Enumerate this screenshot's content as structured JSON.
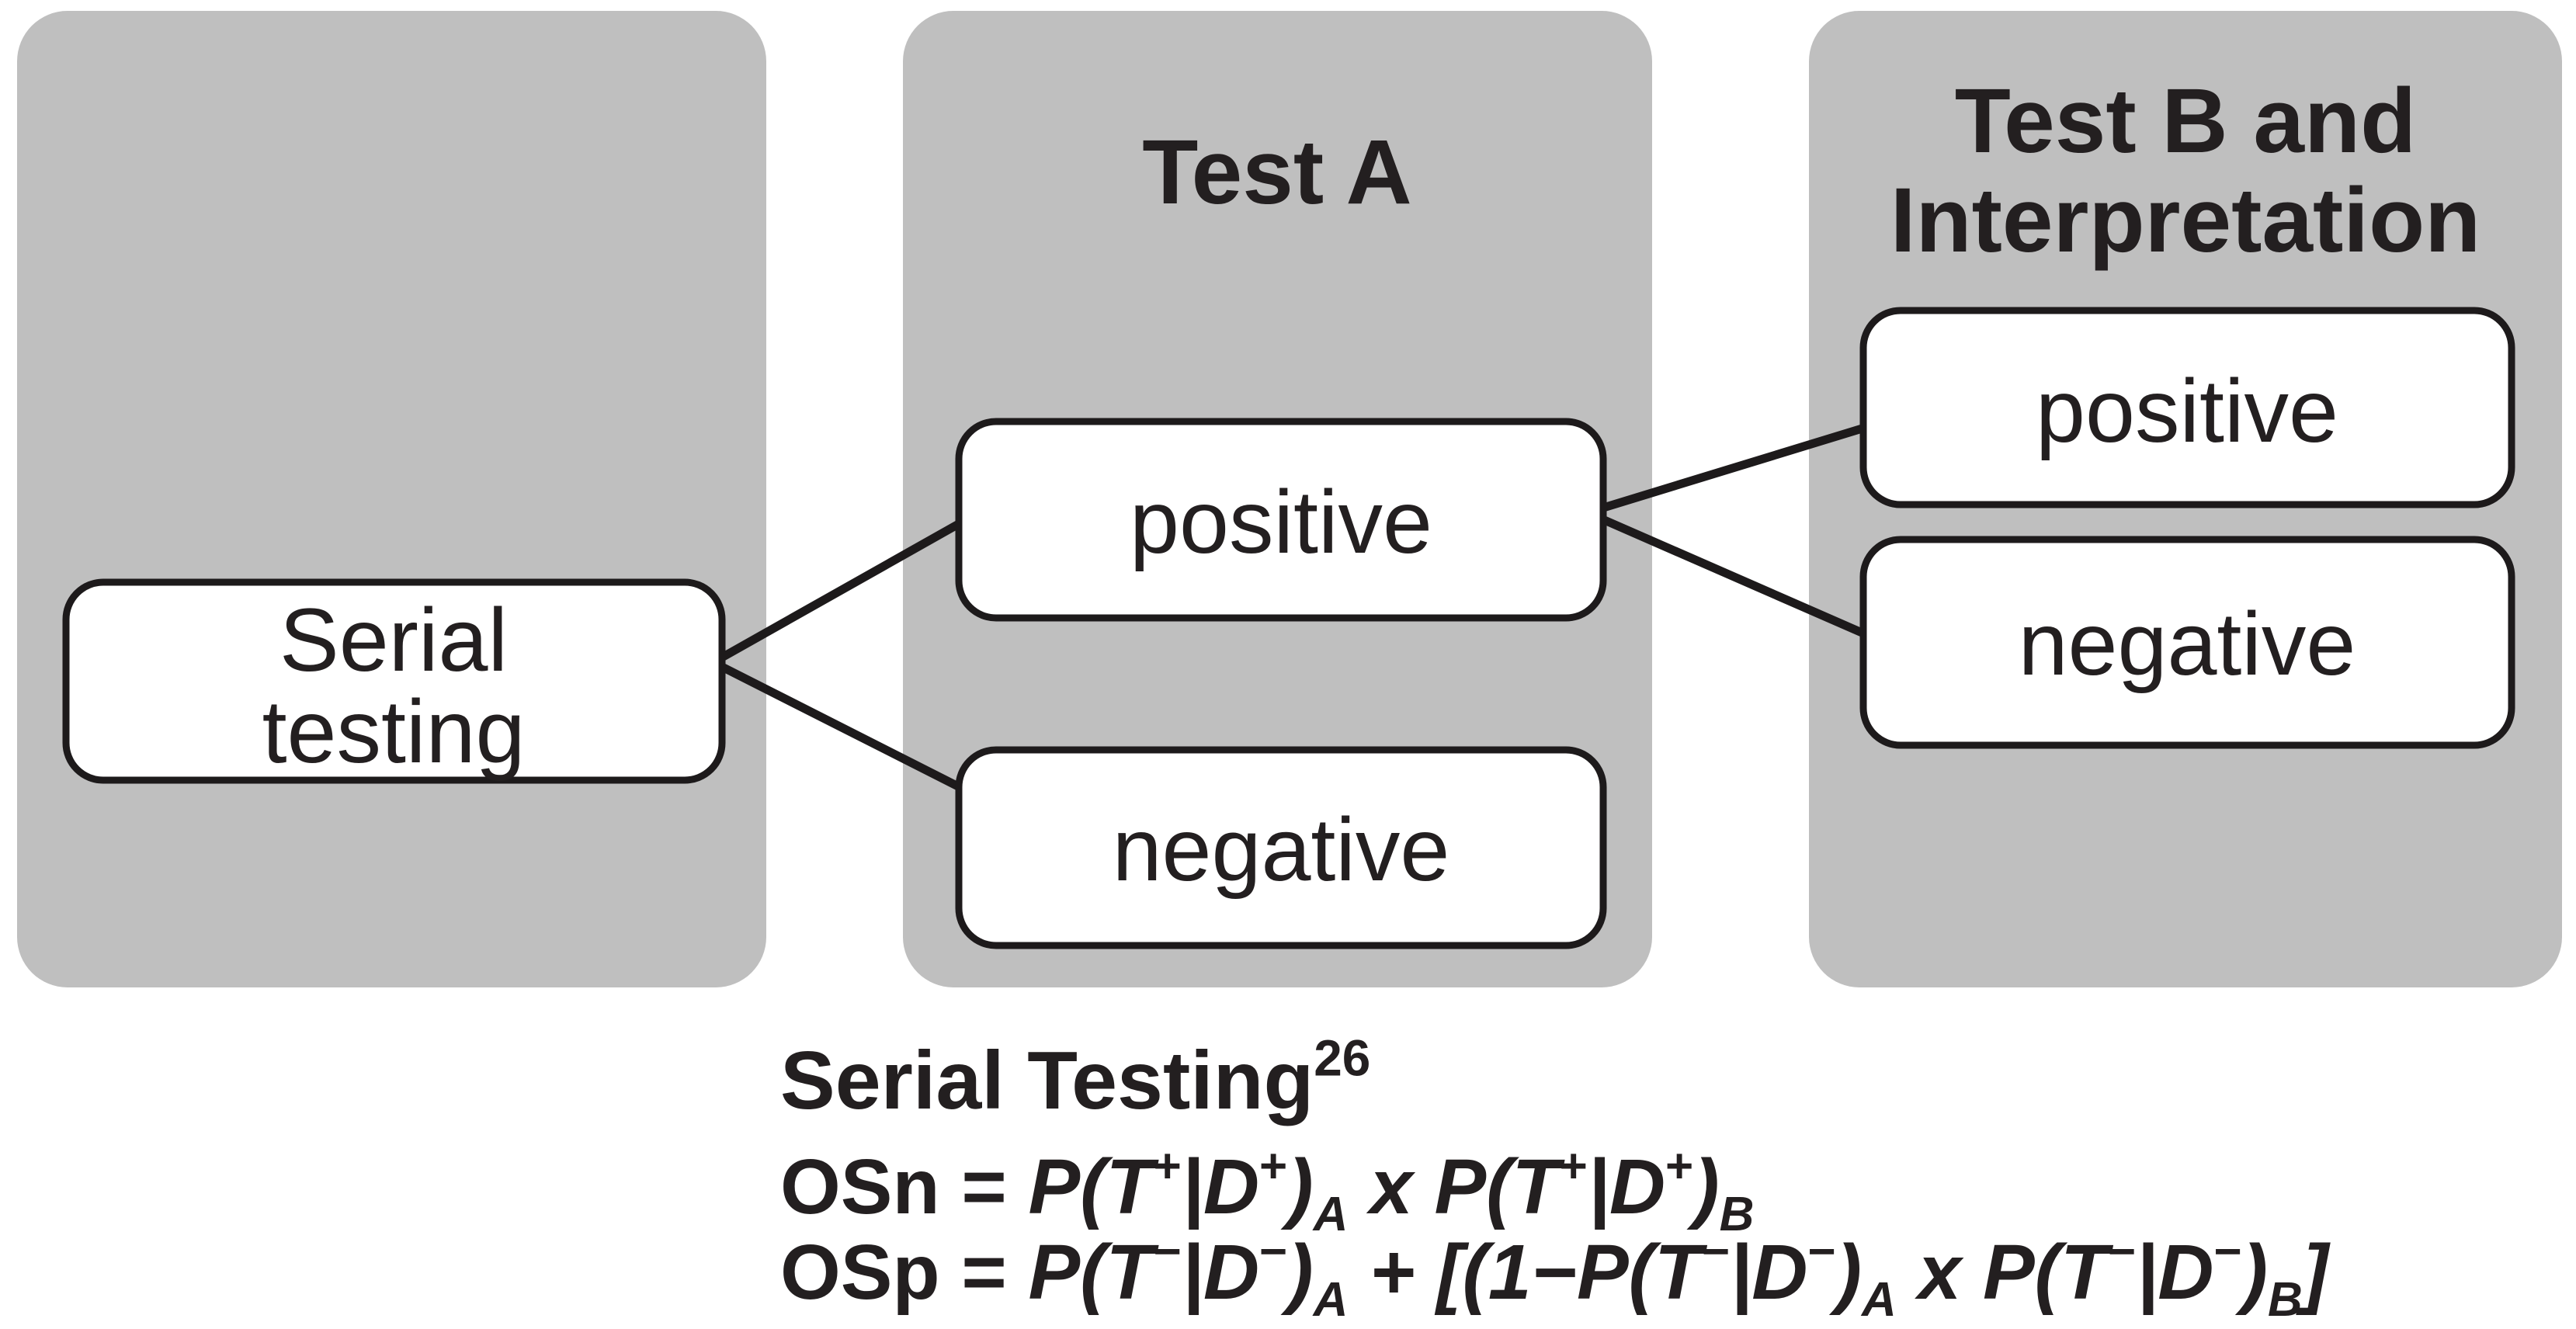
{
  "diagram": {
    "panels": {
      "pretest": {
        "title": ""
      },
      "test_a": {
        "title": "Test A"
      },
      "test_b": {
        "title_line1": "Test B and",
        "title_line2": "Interpretation"
      }
    },
    "nodes": {
      "serial_line1": "Serial",
      "serial_line2": "testing",
      "test_a_positive": "positive",
      "test_a_negative": "negative",
      "test_b_positive": "positive",
      "test_b_negative": "negative"
    },
    "colors": {
      "panel_gray": "#bfbfbf",
      "box_fill": "#ffffff",
      "ink_black": "#231f20"
    }
  },
  "formulas": {
    "heading": {
      "segments": [
        {
          "t": "Serial Testing",
          "s": "b"
        },
        {
          "t": "26",
          "s": "sup"
        }
      ]
    },
    "osn": {
      "segments": [
        {
          "t": "OSn = ",
          "s": "b"
        },
        {
          "t": "P(T",
          "s": "bi"
        },
        {
          "t": "+",
          "s": "sup"
        },
        {
          "t": "|D",
          "s": "bi"
        },
        {
          "t": "+",
          "s": "sup"
        },
        {
          "t": ")",
          "s": "bi"
        },
        {
          "t": "A",
          "s": "sub"
        },
        {
          "t": " x P(T",
          "s": "bi"
        },
        {
          "t": "+",
          "s": "sup"
        },
        {
          "t": "|D",
          "s": "bi"
        },
        {
          "t": "+",
          "s": "sup"
        },
        {
          "t": ")",
          "s": "bi"
        },
        {
          "t": "B",
          "s": "sub"
        }
      ]
    },
    "osp": {
      "segments": [
        {
          "t": "OSp = ",
          "s": "b"
        },
        {
          "t": "P(T",
          "s": "bi"
        },
        {
          "t": "−",
          "s": "sup"
        },
        {
          "t": "|D",
          "s": "bi"
        },
        {
          "t": "−",
          "s": "sup"
        },
        {
          "t": ")",
          "s": "bi"
        },
        {
          "t": "A",
          "s": "sub"
        },
        {
          "t": " + [(1−P(T",
          "s": "bi"
        },
        {
          "t": "−",
          "s": "sup"
        },
        {
          "t": "|D",
          "s": "bi"
        },
        {
          "t": "−",
          "s": "sup"
        },
        {
          "t": ")",
          "s": "bi"
        },
        {
          "t": "A",
          "s": "sub"
        },
        {
          "t": " x P(T",
          "s": "bi"
        },
        {
          "t": "−",
          "s": "sup"
        },
        {
          "t": "|D",
          "s": "bi"
        },
        {
          "t": "−",
          "s": "sup"
        },
        {
          "t": ")",
          "s": "bi"
        },
        {
          "t": "B",
          "s": "sub"
        },
        {
          "t": "]",
          "s": "bi"
        }
      ]
    }
  }
}
